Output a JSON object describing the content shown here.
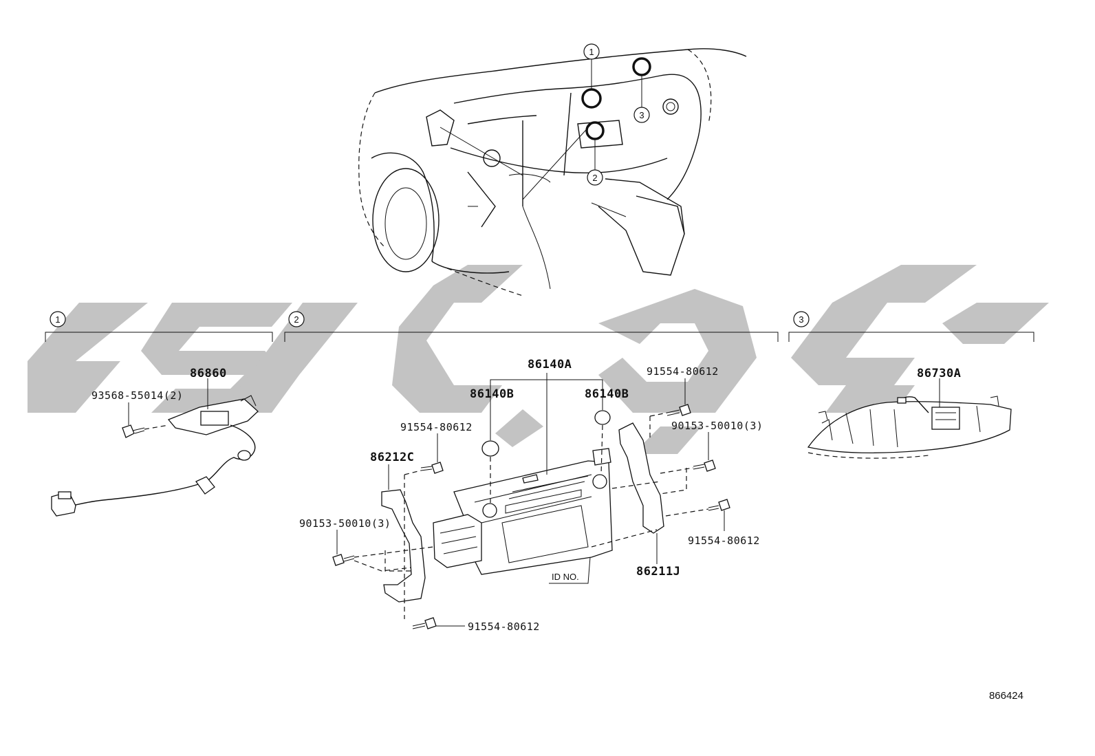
{
  "callouts": {
    "c1": "1",
    "c2": "2",
    "c3": "3"
  },
  "groups": [
    {
      "id": "1"
    },
    {
      "id": "2"
    },
    {
      "id": "3"
    }
  ],
  "parts": {
    "p86860": "86860",
    "p93568": "93568-55014(2)",
    "p86140A": "86140A",
    "p86140B_left": "86140B",
    "p86140B_right": "86140B",
    "p91554_top_right": "91554-80612",
    "p91554_left": "91554-80612",
    "p86212C": "86212C",
    "p90153_right": "90153-50010(3)",
    "p90153_left": "90153-50010(3)",
    "p91554_right": "91554-80612",
    "p86211J": "86211J",
    "p91554_bottom": "91554-80612",
    "id_no": "ID NO.",
    "p86730A": "86730A"
  },
  "drawing_number": "866424",
  "colors": {
    "line": "#111111",
    "watermark": "#c3c3c3",
    "background": "#ffffff"
  }
}
